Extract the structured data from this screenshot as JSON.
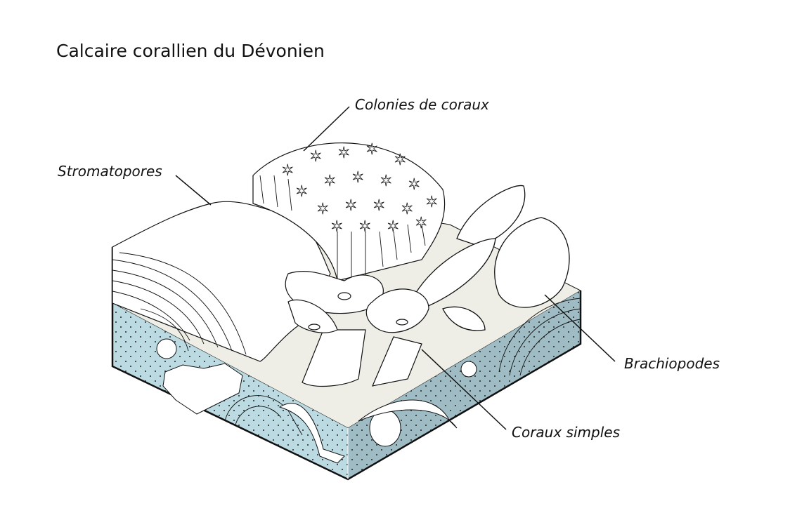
{
  "title": "Calcaire corallien du Dévonien",
  "labels": {
    "colonies": "Colonies de coraux",
    "stromatopores": "Stromatopores",
    "brachiopodes": "Brachiopodes",
    "coraux_simples": "Coraux simples"
  },
  "colors": {
    "left_face": "#bcdae2",
    "right_face": "#9fbcc5",
    "top_face": "#eeeee6",
    "ink": "#111111"
  }
}
